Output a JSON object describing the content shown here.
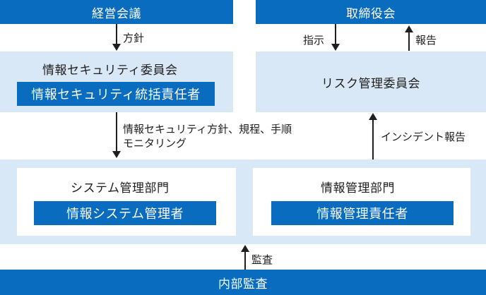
{
  "nodes": {
    "board": "経営会議",
    "directors": "取締役会",
    "security_committee": "情報セキュリティ委員会",
    "security_officer": "情報セキュリティ統括責任者",
    "risk_committee": "リスク管理委員会",
    "system_dept": "システム管理部門",
    "system_admin": "情報システム管理者",
    "info_dept": "情報管理部門",
    "info_manager": "情報管理責任者",
    "audit": "内部監査"
  },
  "edges": {
    "policy": "方針",
    "instruction": "指示",
    "report": "報告",
    "rules_line1": "情報セキュリティ方針、規程、手順",
    "rules_line2": "モニタリング",
    "incident_report": "インシデント報告",
    "inspection": "監査"
  },
  "colors": {
    "dark_blue": "#0a6cbf",
    "light_blue": "#d9e8f6"
  }
}
